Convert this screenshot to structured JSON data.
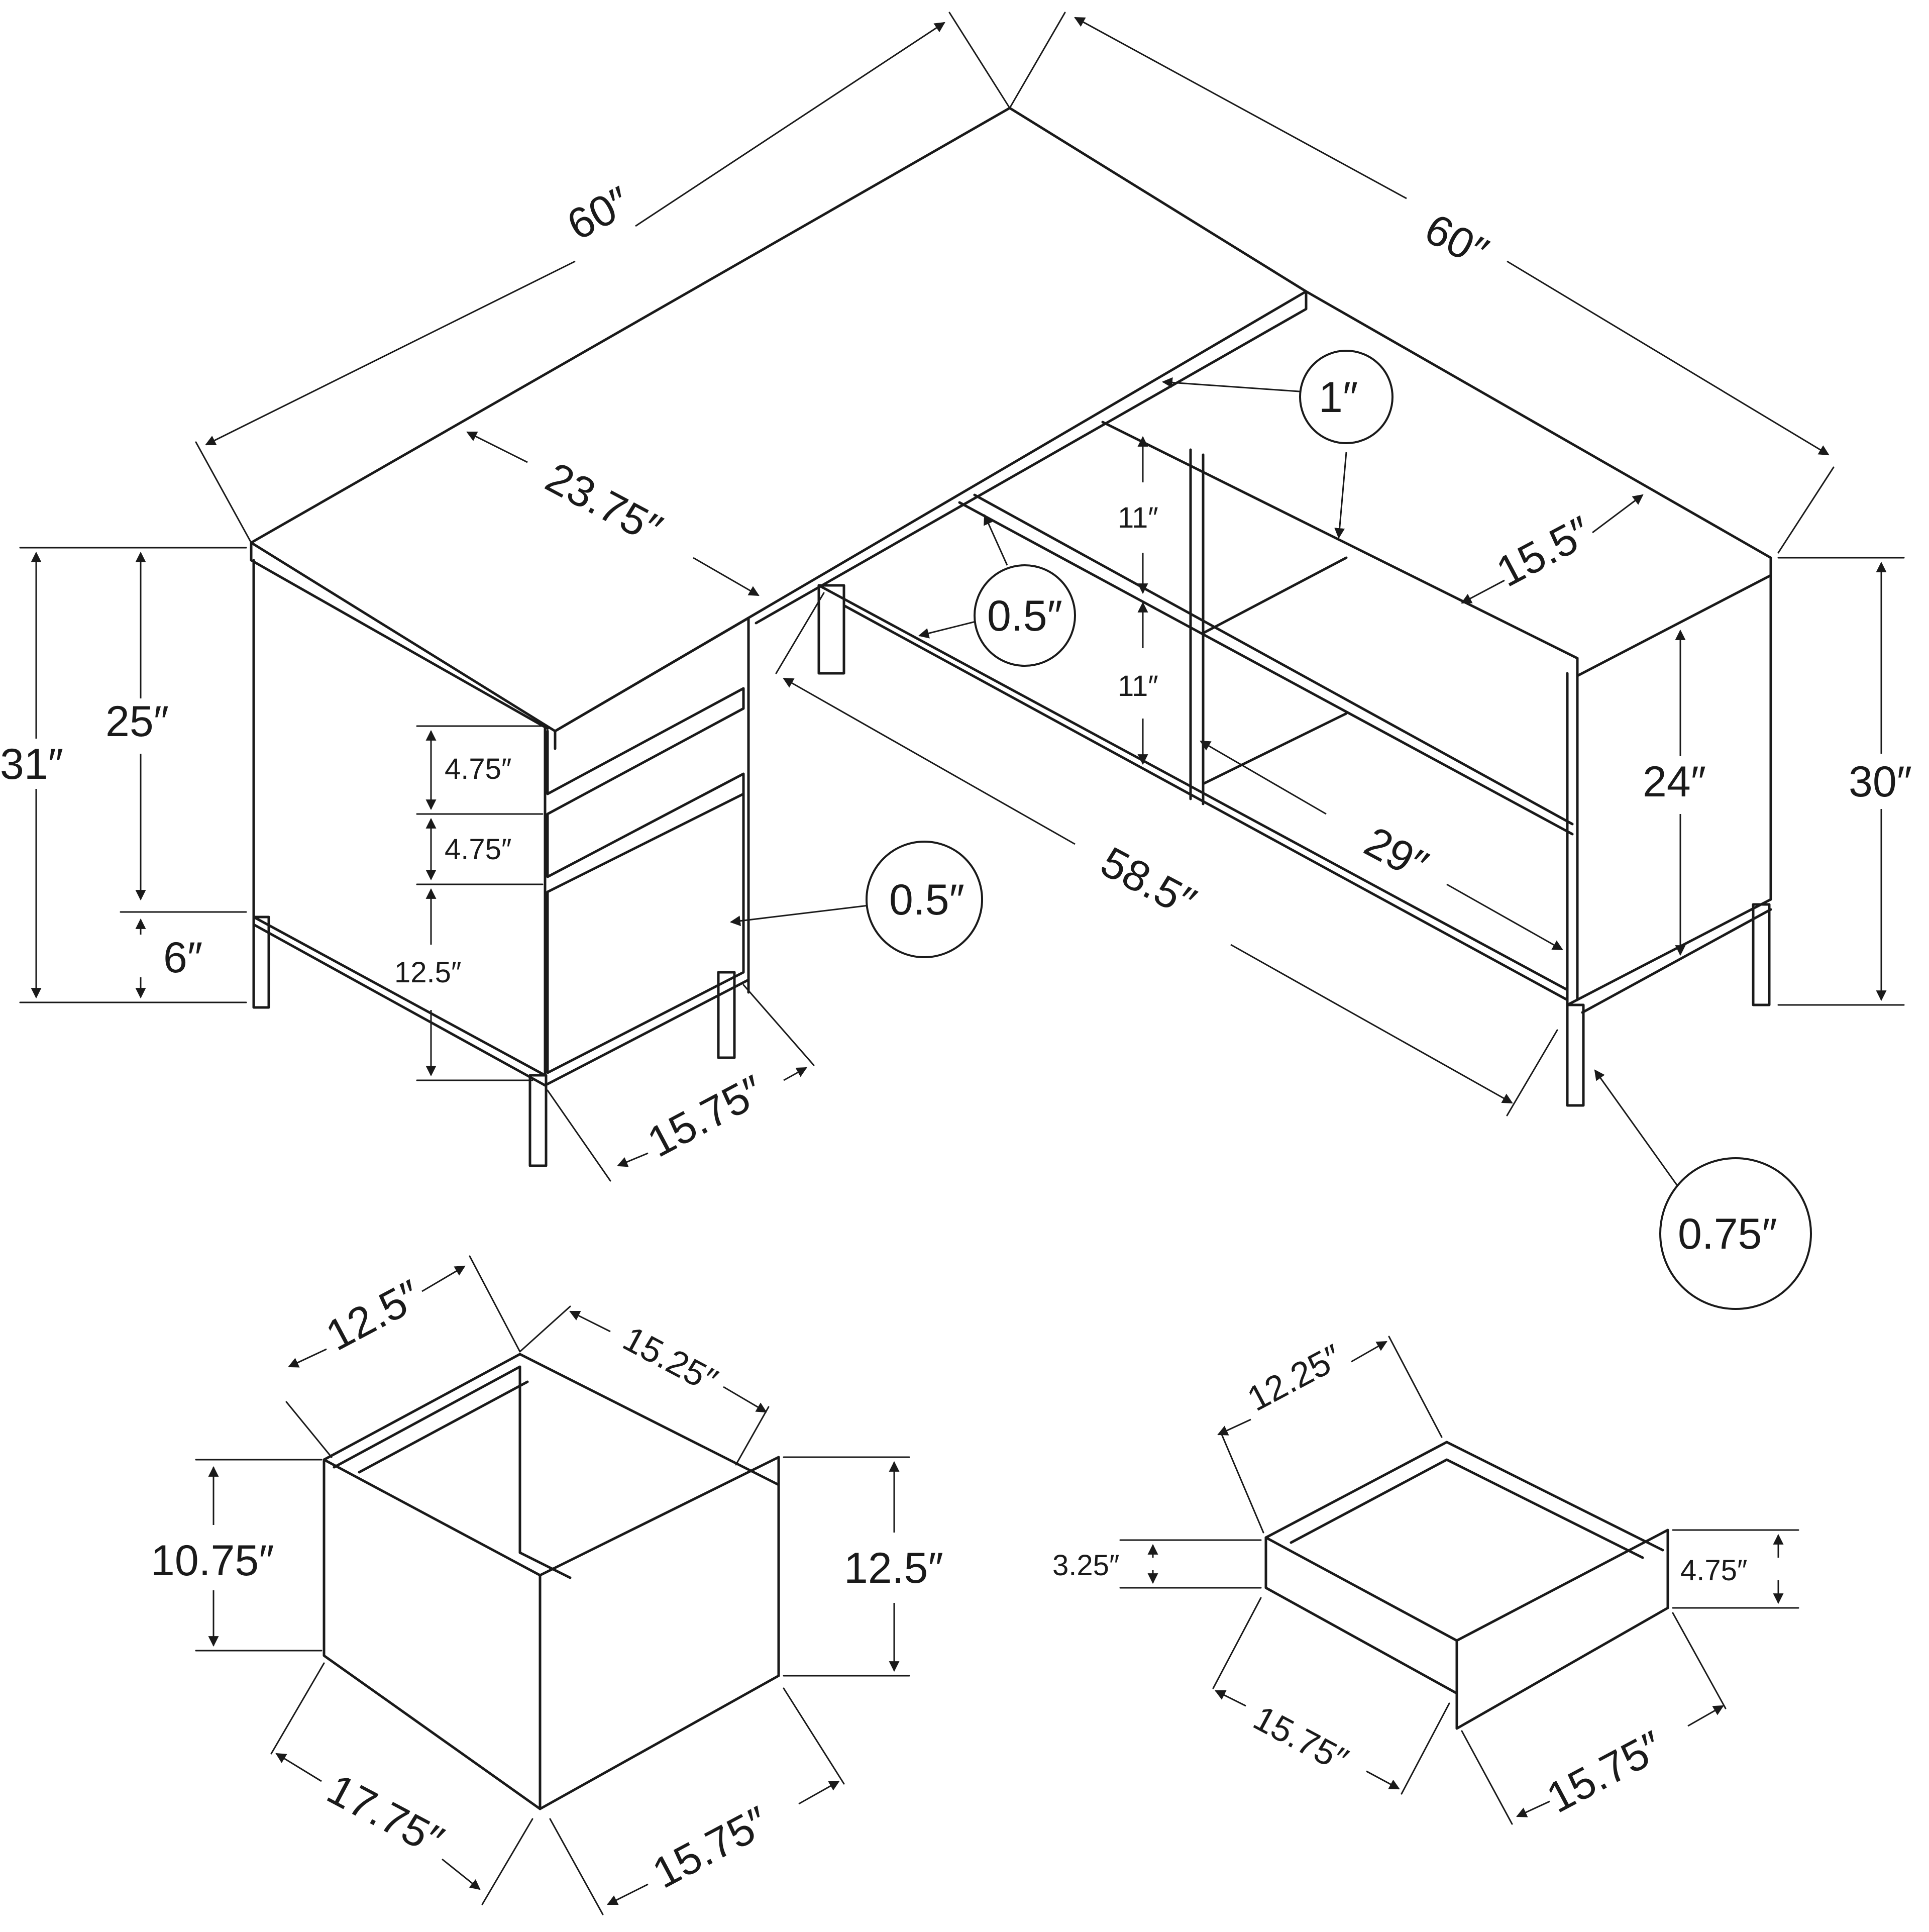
{
  "dimensions": {
    "top_left_width": "60″",
    "top_right_width": "60″",
    "desk_depth": "23.75″",
    "return_depth": "15.5″",
    "total_height_left": "31″",
    "cabinet_height": "25″",
    "leg_height": "6″",
    "drawer_1_height": "4.75″",
    "drawer_2_height": "4.75″",
    "file_drawer_height": "12.5″",
    "cabinet_depth": "15.75″",
    "inner_width": "58.5″",
    "shelf_width": "29″",
    "shelf_gap_1": "11″",
    "shelf_gap_2": "11″",
    "right_inner_height": "24″",
    "right_total_height": "30″",
    "top_thickness": "1″",
    "shelf_thickness": "0.5″",
    "panel_thickness": "0.5″",
    "leg_thickness": "0.75″"
  },
  "file_drawer": {
    "width": "12.5″",
    "depth": "15.25″",
    "inner_height": "10.75″",
    "front_height": "12.5″",
    "outer_depth": "17.75″",
    "front_width": "15.75″"
  },
  "small_drawer": {
    "width": "12.25″",
    "inner_height": "3.25″",
    "front_height": "4.75″",
    "depth": "15.75″",
    "front_width": "15.75″"
  }
}
